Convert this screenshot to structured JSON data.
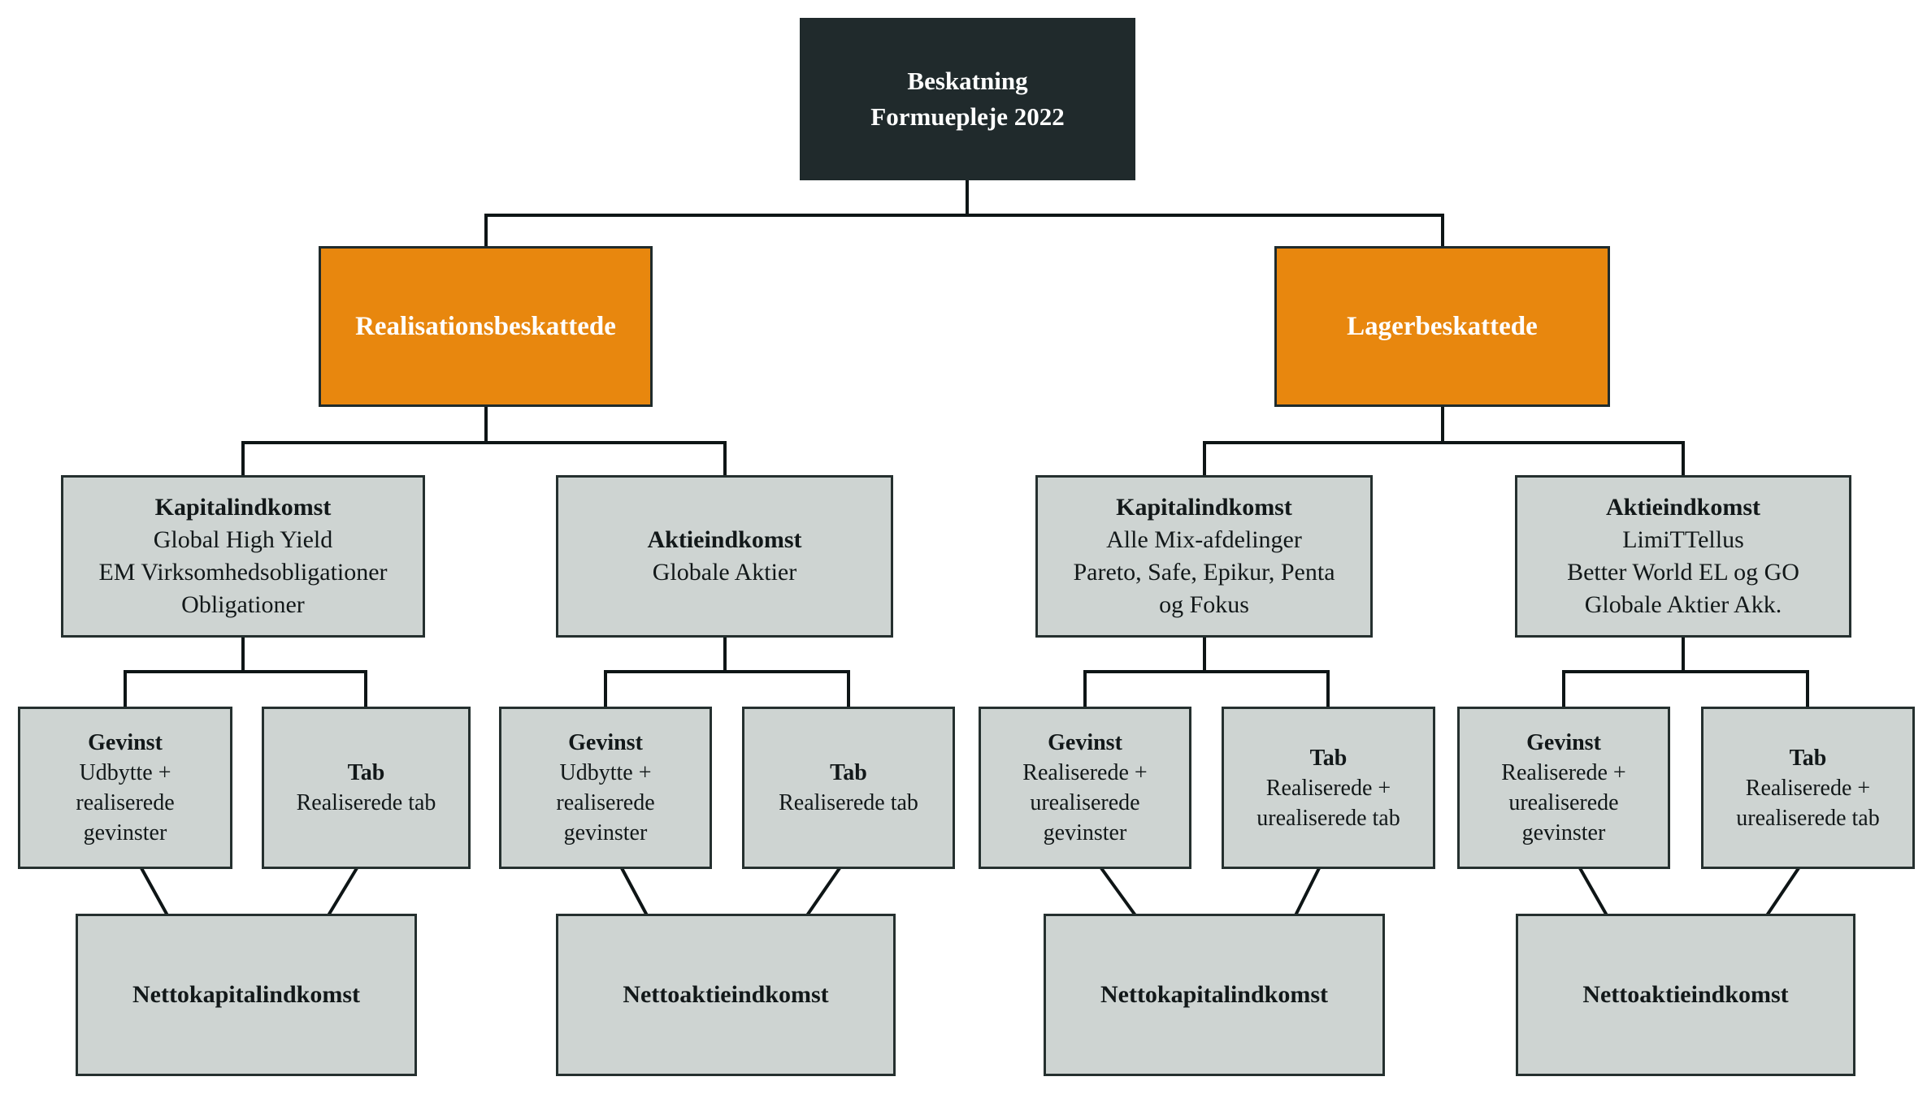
{
  "colors": {
    "top_node_bg": "#202a2c",
    "branch_bg": "#e8870e",
    "leaf_bg": "#ced4d2",
    "connector": "#0e1516",
    "text_light": "#ffffff",
    "text_dark": "#121819"
  },
  "root": {
    "text": "Beskatning\nFormuepleje 2022"
  },
  "groups": [
    {
      "branch": "Realisationsbeskattede",
      "columns": [
        {
          "category": {
            "title": "Kapitalindkomst",
            "body": "Global High Yield\nEM Virksomhedsobligationer\nObligationer"
          },
          "gevinst": {
            "title": "Gevinst",
            "body": "Udbytte +\nrealiserede\ngevinster"
          },
          "tab": {
            "title": "Tab",
            "body": "Realiserede tab"
          },
          "netto": "Nettokapitalindkomst"
        },
        {
          "category": {
            "title": "Aktieindkomst",
            "body": "Globale Aktier"
          },
          "gevinst": {
            "title": "Gevinst",
            "body": "Udbytte +\nrealiserede\ngevinster"
          },
          "tab": {
            "title": "Tab",
            "body": "Realiserede tab"
          },
          "netto": "Nettoaktieindkomst"
        }
      ]
    },
    {
      "branch": "Lagerbeskattede",
      "columns": [
        {
          "category": {
            "title": "Kapitalindkomst",
            "body": "Alle Mix-afdelinger\nPareto, Safe, Epikur, Penta\nog Fokus"
          },
          "gevinst": {
            "title": "Gevinst",
            "body": "Realiserede +\nurealiserede\ngevinster"
          },
          "tab": {
            "title": "Tab",
            "body": "Realiserede +\nurealiserede tab"
          },
          "netto": "Nettokapitalindkomst"
        },
        {
          "category": {
            "title": "Aktieindkomst",
            "body": "LimiTTellus\nBetter World EL og GO\nGlobale Aktier Akk."
          },
          "gevinst": {
            "title": "Gevinst",
            "body": "Realiserede +\nurealiserede\ngevinster"
          },
          "tab": {
            "title": "Tab",
            "body": "Realiserede +\nurealiserede tab"
          },
          "netto": "Nettoaktieindkomst"
        }
      ]
    }
  ]
}
